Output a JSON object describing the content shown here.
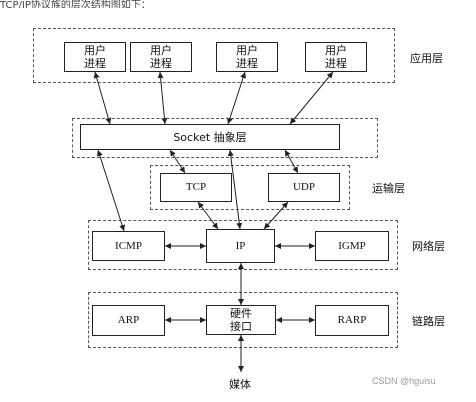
{
  "caption_fragment": "TCP/IP协议族的层次结构图如下：",
  "layers": {
    "application": "应用层",
    "transport": "运输层",
    "network": "网络层",
    "link": "链路层"
  },
  "boxes": {
    "user_process_1": "用户\n进程",
    "user_process_2": "用户\n进程",
    "user_process_3": "用户\n进程",
    "user_process_4": "用户\n进程",
    "socket": "Socket 抽象层",
    "tcp": "TCP",
    "udp": "UDP",
    "icmp": "ICMP",
    "ip": "IP",
    "igmp": "IGMP",
    "arp": "ARP",
    "hardware": "硬件\n接口",
    "rarp": "RARP"
  },
  "medium": "媒体",
  "watermark": "CSDN @hguisu",
  "colors": {
    "line": "#222222",
    "dashed": "#555555",
    "watermark": "#999999"
  }
}
